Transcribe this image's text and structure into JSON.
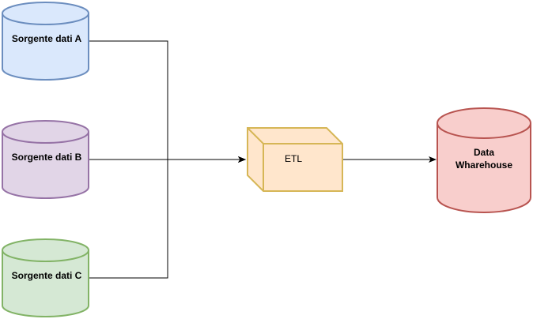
{
  "diagram": {
    "sources": [
      {
        "label": "Sorgente dati A",
        "fill": "#dae8fc",
        "stroke": "#6c8ebf"
      },
      {
        "label": "Sorgente dati B",
        "fill": "#e1d5e7",
        "stroke": "#9673a6"
      },
      {
        "label": "Sorgente dati C",
        "fill": "#d5e8d4",
        "stroke": "#82b366"
      }
    ],
    "etl": {
      "label": "ETL",
      "fill": "#ffe6cc",
      "stroke": "#d6b656"
    },
    "warehouse": {
      "label_line1": "Data",
      "label_line2": "Wharehouse",
      "fill": "#f8cecc",
      "stroke": "#b85450"
    },
    "edge_color": "#000000",
    "edges": [
      {
        "from": "Sorgente dati A",
        "to": "ETL"
      },
      {
        "from": "Sorgente dati B",
        "to": "ETL"
      },
      {
        "from": "Sorgente dati C",
        "to": "ETL"
      },
      {
        "from": "ETL",
        "to": "Data Wharehouse"
      }
    ]
  }
}
